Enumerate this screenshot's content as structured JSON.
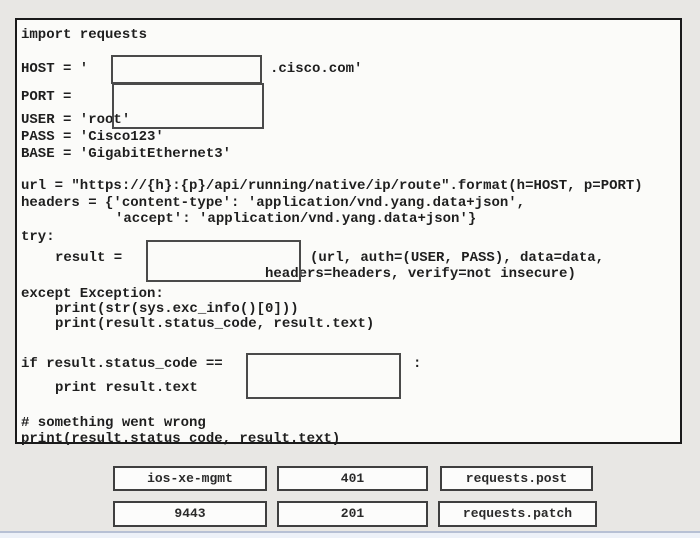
{
  "code": {
    "lines": [
      "import requests",
      "HOST = '",
      ".cisco.com'",
      "PORT =",
      "USER = 'root'",
      "PASS = 'Cisco123'",
      "BASE = 'GigabitEthernet3'",
      "url = \"https://{h}:{p}/api/running/native/ip/route\".format(h=HOST, p=PORT)",
      "headers = {'content-type': 'application/vnd.yang.data+json',",
      "'accept': 'application/vnd.yang.data+json'}",
      "try:",
      "result =",
      "(url, auth=(USER, PASS), data=data,",
      "headers=headers, verify=not insecure)",
      "except Exception:",
      "print(str(sys.exc_info()[0]))",
      "print(result.status_code, result.text)",
      "if result.status_code ==",
      ":",
      "print result.text",
      "# something went wrong",
      "print(result.status_code, result.text)"
    ]
  },
  "options": [
    "ios-xe-mgmt",
    "401",
    "requests.post",
    "9443",
    "201",
    "requests.patch"
  ],
  "colors": {
    "page_background": "#e8e7e4",
    "panel_background": "#fbfbf9",
    "panel_border": "#1a1a1a",
    "blank_border": "#4a4a4a",
    "option_border": "#3f3f3f",
    "code_text": "#1e1e1e",
    "bottom_divider": "#b7c0d4"
  }
}
